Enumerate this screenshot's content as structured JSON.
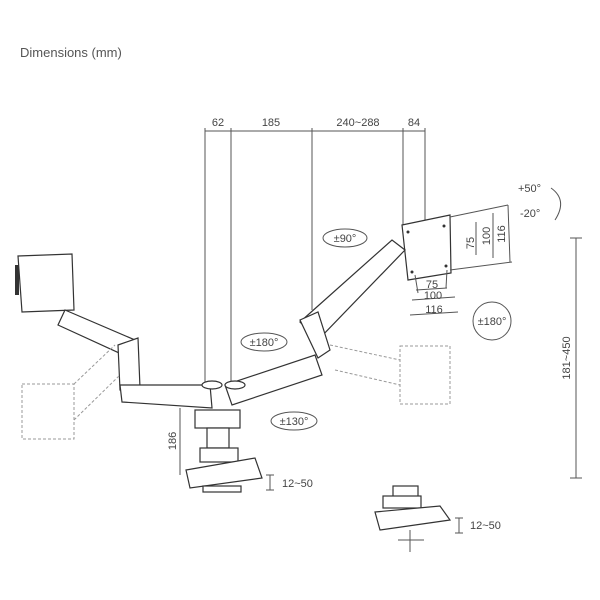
{
  "title": "Dimensions (mm)",
  "top_dimensions": [
    "62",
    "185",
    "240~288",
    "84"
  ],
  "tilt": {
    "up": "+50°",
    "down": "-20°"
  },
  "rotations": {
    "monitor_rotate": "±90°",
    "pivot_right": "±180°",
    "elbow": "±180°",
    "base": "±130°"
  },
  "vesa_vertical": [
    "75",
    "100",
    "116"
  ],
  "vesa_horizontal": [
    "75",
    "100",
    "116"
  ],
  "pole_height": "186",
  "clamp_thickness_left": "12~50",
  "height_range": "181~450",
  "clamp_thickness_right": "12~50"
}
